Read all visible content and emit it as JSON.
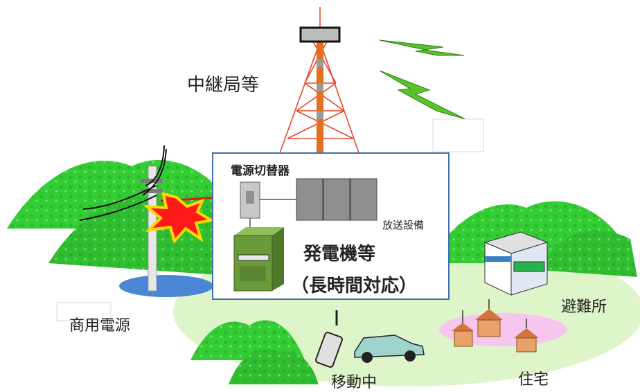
{
  "labels": {
    "relay_station": "中継局等",
    "power_switch": "電源切替器",
    "broadcast_equipment": "放送設備",
    "generator_line1": "発電機等",
    "generator_line2": "（長時間対応）",
    "commercial_power": "商用電源",
    "shelter": "避難所",
    "mobile": "移動中",
    "housing": "住宅"
  },
  "colors": {
    "hill_green": "#33cc33",
    "hill_dark": "#1f9a1f",
    "field_green": "#ddf5c8",
    "tower_red": "#e8442a",
    "box_border": "#3f6eae",
    "generator_green": "#6a9a3a",
    "explosion_red": "#ff1a1a",
    "explosion_yellow": "#ffd700",
    "pond_blue": "#4a86d4",
    "residential_pink": "#f7c6ee",
    "house_orange": "#e8a26a"
  }
}
